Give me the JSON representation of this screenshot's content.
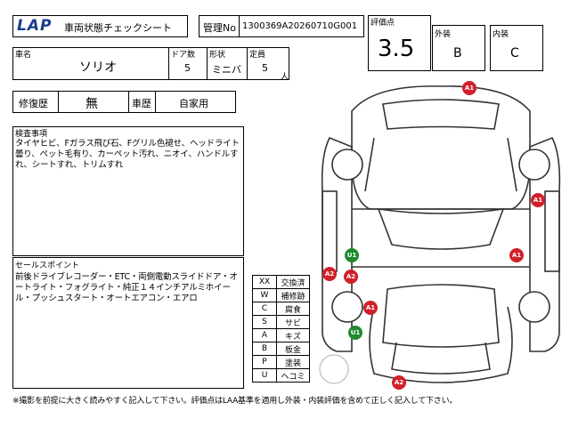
{
  "header": {
    "logo": "LAP",
    "title": "車両状態チェックシート",
    "kanri_label": "管理No",
    "kanri_value": "1300369A20260710G001"
  },
  "scores": {
    "hyoka_label": "評価点",
    "hyoka_value": "3.5",
    "gaiso_label": "外装",
    "gaiso_value": "B",
    "naiso_label": "内装",
    "naiso_value": "C"
  },
  "vehicle": {
    "shamei_label": "車名",
    "shamei_value": "ソリオ",
    "door_label": "ドア数",
    "door_value": "5",
    "keijo_label": "形状",
    "keijo_value": "ミニバ",
    "teiin_label": "定員",
    "teiin_value": "5",
    "teiin_unit": "人"
  },
  "history": {
    "shufuku_label": "修復歴",
    "shufuku_value": "無",
    "shareki_label": "車歴",
    "shareki_value": "自家用"
  },
  "inspection": {
    "label": "検査事項",
    "text": "タイヤヒビ、Fガラス飛び石、Fグリル色褪せ、ヘッドライト曇り、ペット毛有り、カーペット汚れ、ニオイ、ハンドルすれ、シートすれ、トリムすれ"
  },
  "sales": {
    "label": "セールスポイント",
    "text": "前後ドライブレコーダー・ETC・両側電動スライドドア・オートライト・フォグライト・純正１４インチアルミホイール・プッシュスタート・オートエアコン・エアロ"
  },
  "legend": [
    {
      "code": "XX",
      "meaning": "交換済"
    },
    {
      "code": "W",
      "meaning": "補修跡"
    },
    {
      "code": "C",
      "meaning": "腐食"
    },
    {
      "code": "S",
      "meaning": "サビ"
    },
    {
      "code": "A",
      "meaning": "キズ"
    },
    {
      "code": "B",
      "meaning": "板金"
    },
    {
      "code": "P",
      "meaning": "塗装"
    },
    {
      "code": "U",
      "meaning": "ヘコミ"
    }
  ],
  "damage_marks": [
    {
      "label": "A1",
      "color": "#d0202a"
    },
    {
      "label": "A1",
      "color": "#d0202a"
    },
    {
      "label": "U1",
      "color": "#1f8a2e"
    },
    {
      "label": "A1",
      "color": "#d0202a"
    },
    {
      "label": "A2",
      "color": "#d0202a"
    },
    {
      "label": "A2",
      "color": "#d0202a"
    },
    {
      "label": "A1",
      "color": "#d0202a"
    },
    {
      "label": "U1",
      "color": "#1f8a2e"
    },
    {
      "label": "A2",
      "color": "#d0202a"
    }
  ],
  "footer": "※撮影を前提に大きく読みやすく記入して下さい。評価点はLAA基準を適用し外装・内装評価を含めて正しく記入して下さい。"
}
